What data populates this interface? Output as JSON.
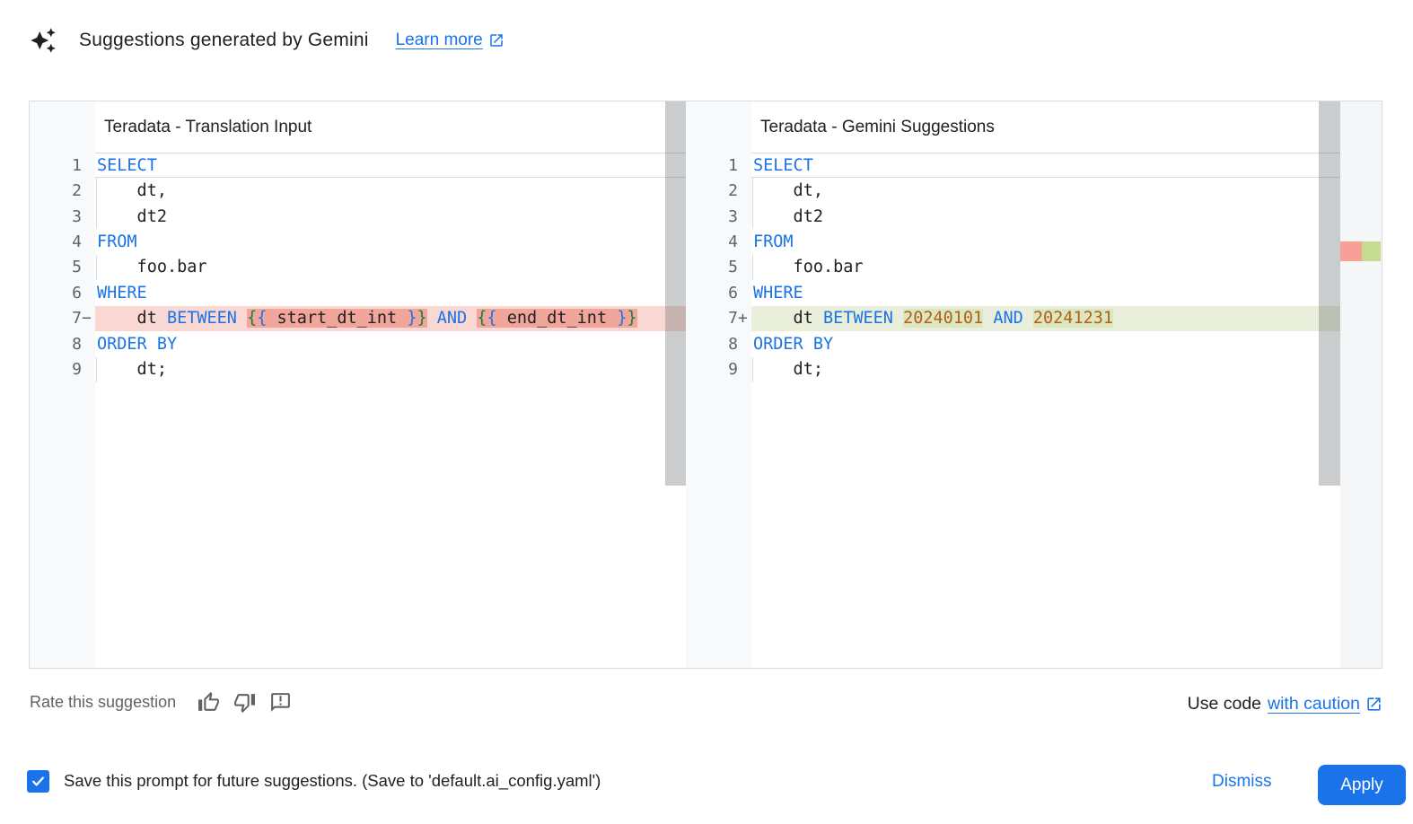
{
  "header": {
    "icon": "gemini-sparkle-icon",
    "title": "Suggestions generated by Gemini",
    "learn_more_label": "Learn more",
    "learn_more_icon": "open-in-new-icon"
  },
  "diff": {
    "left": {
      "title": "Teradata - Translation Input",
      "lines": [
        {
          "num": "1",
          "cursor": true,
          "tokens": [
            {
              "t": "SELECT",
              "c": "kw"
            }
          ]
        },
        {
          "num": "2",
          "guide": true,
          "tokens": [
            {
              "t": "    dt,",
              "c": "id"
            }
          ]
        },
        {
          "num": "3",
          "guide": true,
          "tokens": [
            {
              "t": "    dt2",
              "c": "id"
            }
          ]
        },
        {
          "num": "4",
          "tokens": [
            {
              "t": "FROM",
              "c": "kw"
            }
          ]
        },
        {
          "num": "5",
          "guide": true,
          "tokens": [
            {
              "t": "    foo.bar",
              "c": "id"
            }
          ]
        },
        {
          "num": "6",
          "tokens": [
            {
              "t": "WHERE",
              "c": "kw"
            }
          ]
        },
        {
          "num": "7",
          "sign": "−",
          "diff": "del",
          "tokens": [
            {
              "t": "    dt ",
              "c": "id"
            },
            {
              "t": "BETWEEN",
              "c": "kw"
            },
            {
              "t": " ",
              "c": "id"
            },
            {
              "t": "{",
              "c": "brg",
              "hl": 1
            },
            {
              "t": "{",
              "c": "brb",
              "hl": 1
            },
            {
              "t": " start_dt_int ",
              "c": "id",
              "hl": 1
            },
            {
              "t": "}",
              "c": "brb",
              "hl": 1
            },
            {
              "t": "}",
              "c": "brg",
              "hl": 1
            },
            {
              "t": " ",
              "c": "id"
            },
            {
              "t": "AND",
              "c": "kw"
            },
            {
              "t": " ",
              "c": "id"
            },
            {
              "t": "{",
              "c": "brg",
              "hl": 1
            },
            {
              "t": "{",
              "c": "brb",
              "hl": 1
            },
            {
              "t": " end_dt_int ",
              "c": "id",
              "hl": 1
            },
            {
              "t": "}",
              "c": "brb",
              "hl": 1
            },
            {
              "t": "}",
              "c": "brg",
              "hl": 1
            }
          ]
        },
        {
          "num": "8",
          "tokens": [
            {
              "t": "ORDER BY",
              "c": "kw"
            }
          ]
        },
        {
          "num": "9",
          "guide": true,
          "tokens": [
            {
              "t": "    dt;",
              "c": "id"
            }
          ]
        }
      ]
    },
    "right": {
      "title": "Teradata - Gemini Suggestions",
      "lines": [
        {
          "num": "1",
          "cursor": true,
          "tokens": [
            {
              "t": "SELECT",
              "c": "kw"
            }
          ]
        },
        {
          "num": "2",
          "guide": true,
          "tokens": [
            {
              "t": "    dt,",
              "c": "id"
            }
          ]
        },
        {
          "num": "3",
          "guide": true,
          "tokens": [
            {
              "t": "    dt2",
              "c": "id"
            }
          ]
        },
        {
          "num": "4",
          "tokens": [
            {
              "t": "FROM",
              "c": "kw"
            }
          ]
        },
        {
          "num": "5",
          "guide": true,
          "tokens": [
            {
              "t": "    foo.bar",
              "c": "id"
            }
          ]
        },
        {
          "num": "6",
          "tokens": [
            {
              "t": "WHERE",
              "c": "kw"
            }
          ]
        },
        {
          "num": "7",
          "sign": "+",
          "diff": "add",
          "tokens": [
            {
              "t": "    dt ",
              "c": "id"
            },
            {
              "t": "BETWEEN",
              "c": "kw"
            },
            {
              "t": " ",
              "c": "id"
            },
            {
              "t": "20240101",
              "c": "num",
              "hl": 1
            },
            {
              "t": " ",
              "c": "id"
            },
            {
              "t": "AND",
              "c": "kw"
            },
            {
              "t": " ",
              "c": "id"
            },
            {
              "t": "20241231",
              "c": "num",
              "hl": 1
            }
          ]
        },
        {
          "num": "8",
          "tokens": [
            {
              "t": "ORDER BY",
              "c": "kw"
            }
          ]
        },
        {
          "num": "9",
          "guide": true,
          "tokens": [
            {
              "t": "    dt;",
              "c": "id"
            }
          ]
        }
      ]
    }
  },
  "footer": {
    "rate_label": "Rate this suggestion",
    "rate_icons": [
      "thumb-up-icon",
      "thumb-down-icon",
      "feedback-icon"
    ],
    "use_code_prefix": "Use code",
    "use_code_link": "with caution",
    "use_code_icon": "open-in-new-icon"
  },
  "action_bar": {
    "checkbox_checked": true,
    "save_checkbox_label": "Save this prompt for future suggestions. (Save to 'default.ai_config.yaml')",
    "dismiss_label": "Dismiss",
    "apply_label": "Apply"
  },
  "colors": {
    "accent": "#1a73e8",
    "keyword": "#1a73e8",
    "number_literal": "#b45f17",
    "brace_outer": "#188038",
    "brace_inner": "#1a73e8",
    "deleted_line_bg": "#f9d8d3",
    "deleted_token_bg": "#f2a69b",
    "added_line_bg": "#e9efdb",
    "added_token_bg": "#dce6c0",
    "ruler_deleted": "#f89f97",
    "ruler_added": "#c5dc90"
  }
}
